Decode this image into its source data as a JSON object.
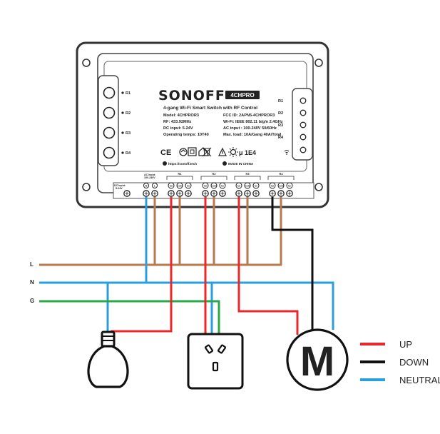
{
  "device": {
    "brand": "SONOFF",
    "model_badge": "4CHPRO",
    "subtitle": "4-gang Wi-Fi Smart Switch with RF Control",
    "specs_left": [
      "Model: 4CHPROR3",
      "RF: 433.92MHz",
      "DC input: 5-24V",
      "Operating temps: 10T40"
    ],
    "specs_right": [
      "FCC ID: 2APN5-4CHPROR3",
      "Wi-Fi: IEEE 802.11 b/g/n 2.4GHz",
      "AC input : 100-240V 50/60Hz",
      "Max. load: 10A/Gang 40A/Total"
    ],
    "url": "https://sonoff.tech",
    "made_in": "MADE IN CHINA",
    "cert_marks": [
      "CE",
      "μ 1E4"
    ],
    "left_buttons": [
      "R1",
      "R2",
      "R3",
      "R4"
    ],
    "right_leds": [
      "R1",
      "R2",
      "R3",
      "R4"
    ],
    "dc_label": [
      "DC Input:",
      "5-24V"
    ],
    "ac_label": [
      "AC Input:",
      "100-240V"
    ],
    "relay_groups": [
      "R1",
      "R2",
      "R3",
      "R4"
    ],
    "terminal_labels": [
      "NO",
      "COM",
      "NC"
    ],
    "power_terminals": [
      "N",
      "L"
    ]
  },
  "lines": {
    "L": "L",
    "N": "N",
    "G": "G"
  },
  "motor_label": "M",
  "legend": [
    {
      "label": "UP",
      "color": "#e8282b"
    },
    {
      "label": "DOWN",
      "color": "#111111"
    },
    {
      "label": "NEUTRAL",
      "color": "#2a9fe0"
    }
  ],
  "colors": {
    "live": "#b8794f",
    "neutral": "#2a9fe0",
    "ground": "#2aa84a",
    "up": "#e8282b",
    "down": "#111111"
  },
  "icons": [
    "bulb-icon",
    "socket-icon",
    "motor-icon",
    "wifi-icon",
    "recycle-bin-icon",
    "warning-icon",
    "sun-icon",
    "house-icon",
    "globe-icon"
  ]
}
